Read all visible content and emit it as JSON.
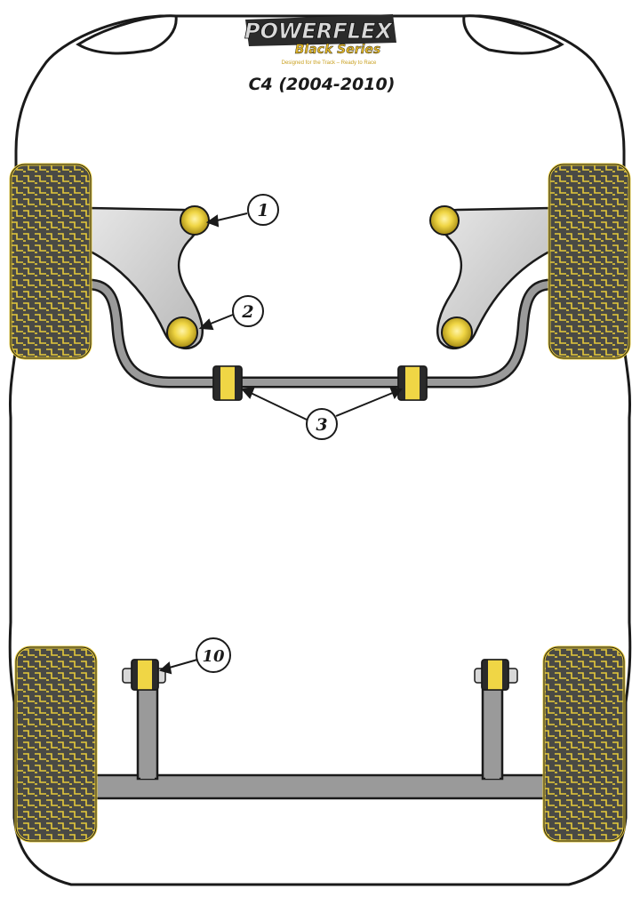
{
  "logo": {
    "brand": "POWERFLEX",
    "series": "Black Series",
    "tagline": "Designed for the Track – Ready to Race"
  },
  "title": "C4 (2004-2010)",
  "callouts": [
    {
      "id": "1",
      "label": "1"
    },
    {
      "id": "2",
      "label": "2"
    },
    {
      "id": "3",
      "label": "3"
    },
    {
      "id": "10",
      "label": "10"
    }
  ],
  "colors": {
    "outline": "#1a1a1a",
    "tyre_fill": "#4a4a45",
    "tyre_tread": "#e6c93a",
    "arm_fill": "#d4d4d4",
    "bar_fill": "#9a9a9a",
    "bush_yellow": "#f0d645",
    "bush_dark": "#2a2a2a",
    "logo_gold": "#e0b526"
  }
}
